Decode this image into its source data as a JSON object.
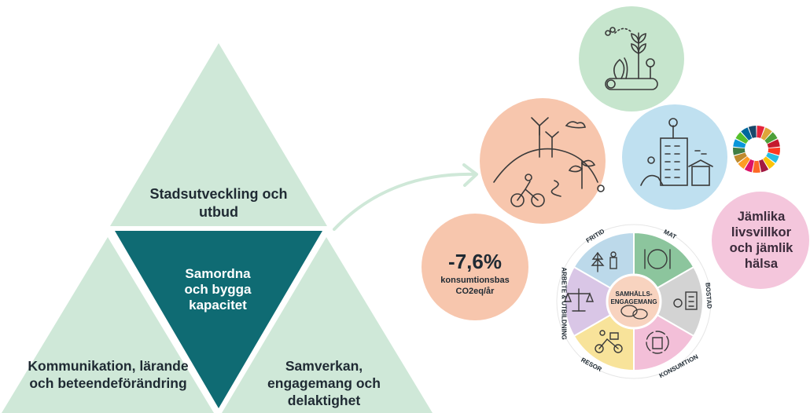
{
  "triangle": {
    "top_label": "Stadsutveckling och utbud",
    "center_label": "Samordna och bygga kapacitet",
    "left_label": "Kommunikation, lärande och beteendeförändring",
    "right_label": "Samverkan, engagemang och delaktighet"
  },
  "metric": {
    "value": "-7,6%",
    "unit_line1": "konsumtionsbas",
    "unit_line2": "CO2eq/år"
  },
  "equality": {
    "label": "Jämlika livsvillkor och jämlik hälsa"
  },
  "wheel": {
    "center_label": "SAMHÄLLS-ENGAGEMANG",
    "segments": [
      "FRITID",
      "MAT",
      "BOSTAD",
      "KONSUMTION",
      "RESOR",
      "ARBETE & UTBILDNING"
    ]
  },
  "colors": {
    "triangle_light": "#cfe8d8",
    "triangle_dark": "#0f6b73",
    "peach": "#f7c6ad",
    "mint": "#c6e5cd",
    "light_blue": "#bfe0f0",
    "pink": "#f4c6dc",
    "seg_fritid": "#bcd9ea",
    "seg_mat": "#8cc59d",
    "seg_bostad": "#d3d3d3",
    "seg_konsumtion": "#f3bfd8",
    "seg_resor": "#f8e39a",
    "seg_arbete": "#d9c6e6",
    "wheel_center": "#f8d3bf"
  },
  "icons": [
    "wind-turbine-cyclist-icon",
    "nature-plants-icon",
    "city-building-icon",
    "sdg-wheel-icon",
    "tree-person-icon",
    "food-plate-icon",
    "building-plug-icon",
    "recycle-clothes-icon",
    "cargo-bike-icon",
    "scales-icon",
    "chat-bubbles-icon"
  ]
}
